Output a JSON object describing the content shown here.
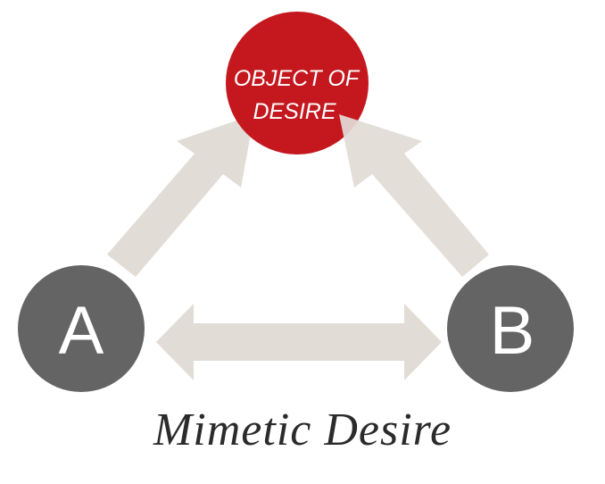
{
  "diagram": {
    "title": "Mimetic Desire",
    "object": {
      "line1": "OBJECT OF",
      "line2": "DESIRE"
    },
    "node_a": "A",
    "node_b": "B",
    "colors": {
      "object_fill": "#c4181e",
      "node_fill": "#646464",
      "arrow_fill": "#e2dcd6",
      "text": "#ffffff",
      "title": "#2b2b2b"
    }
  }
}
